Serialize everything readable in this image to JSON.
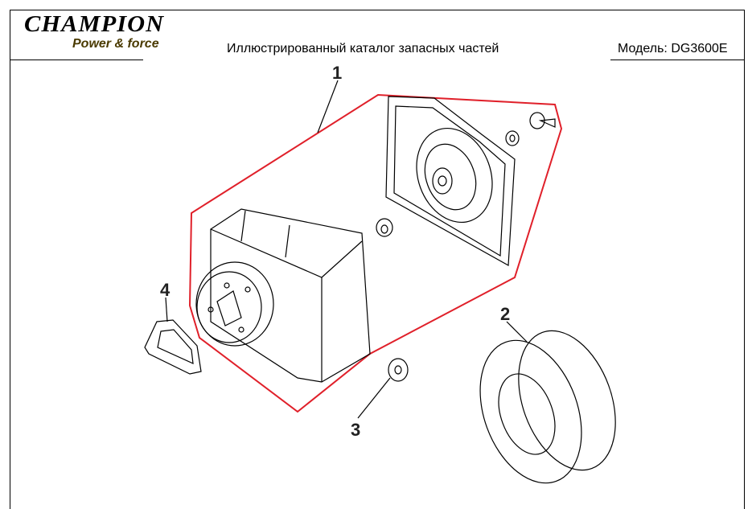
{
  "header": {
    "brand": "CHAMPION",
    "brand_tagline": "Power & force",
    "title": "Иллюстрированный каталог запасных частей",
    "model": "Модель: DG3600E"
  },
  "callouts": [
    "1",
    "2",
    "3",
    "4"
  ],
  "colors": {
    "highlight": "#e0202a",
    "line": "#000000"
  }
}
